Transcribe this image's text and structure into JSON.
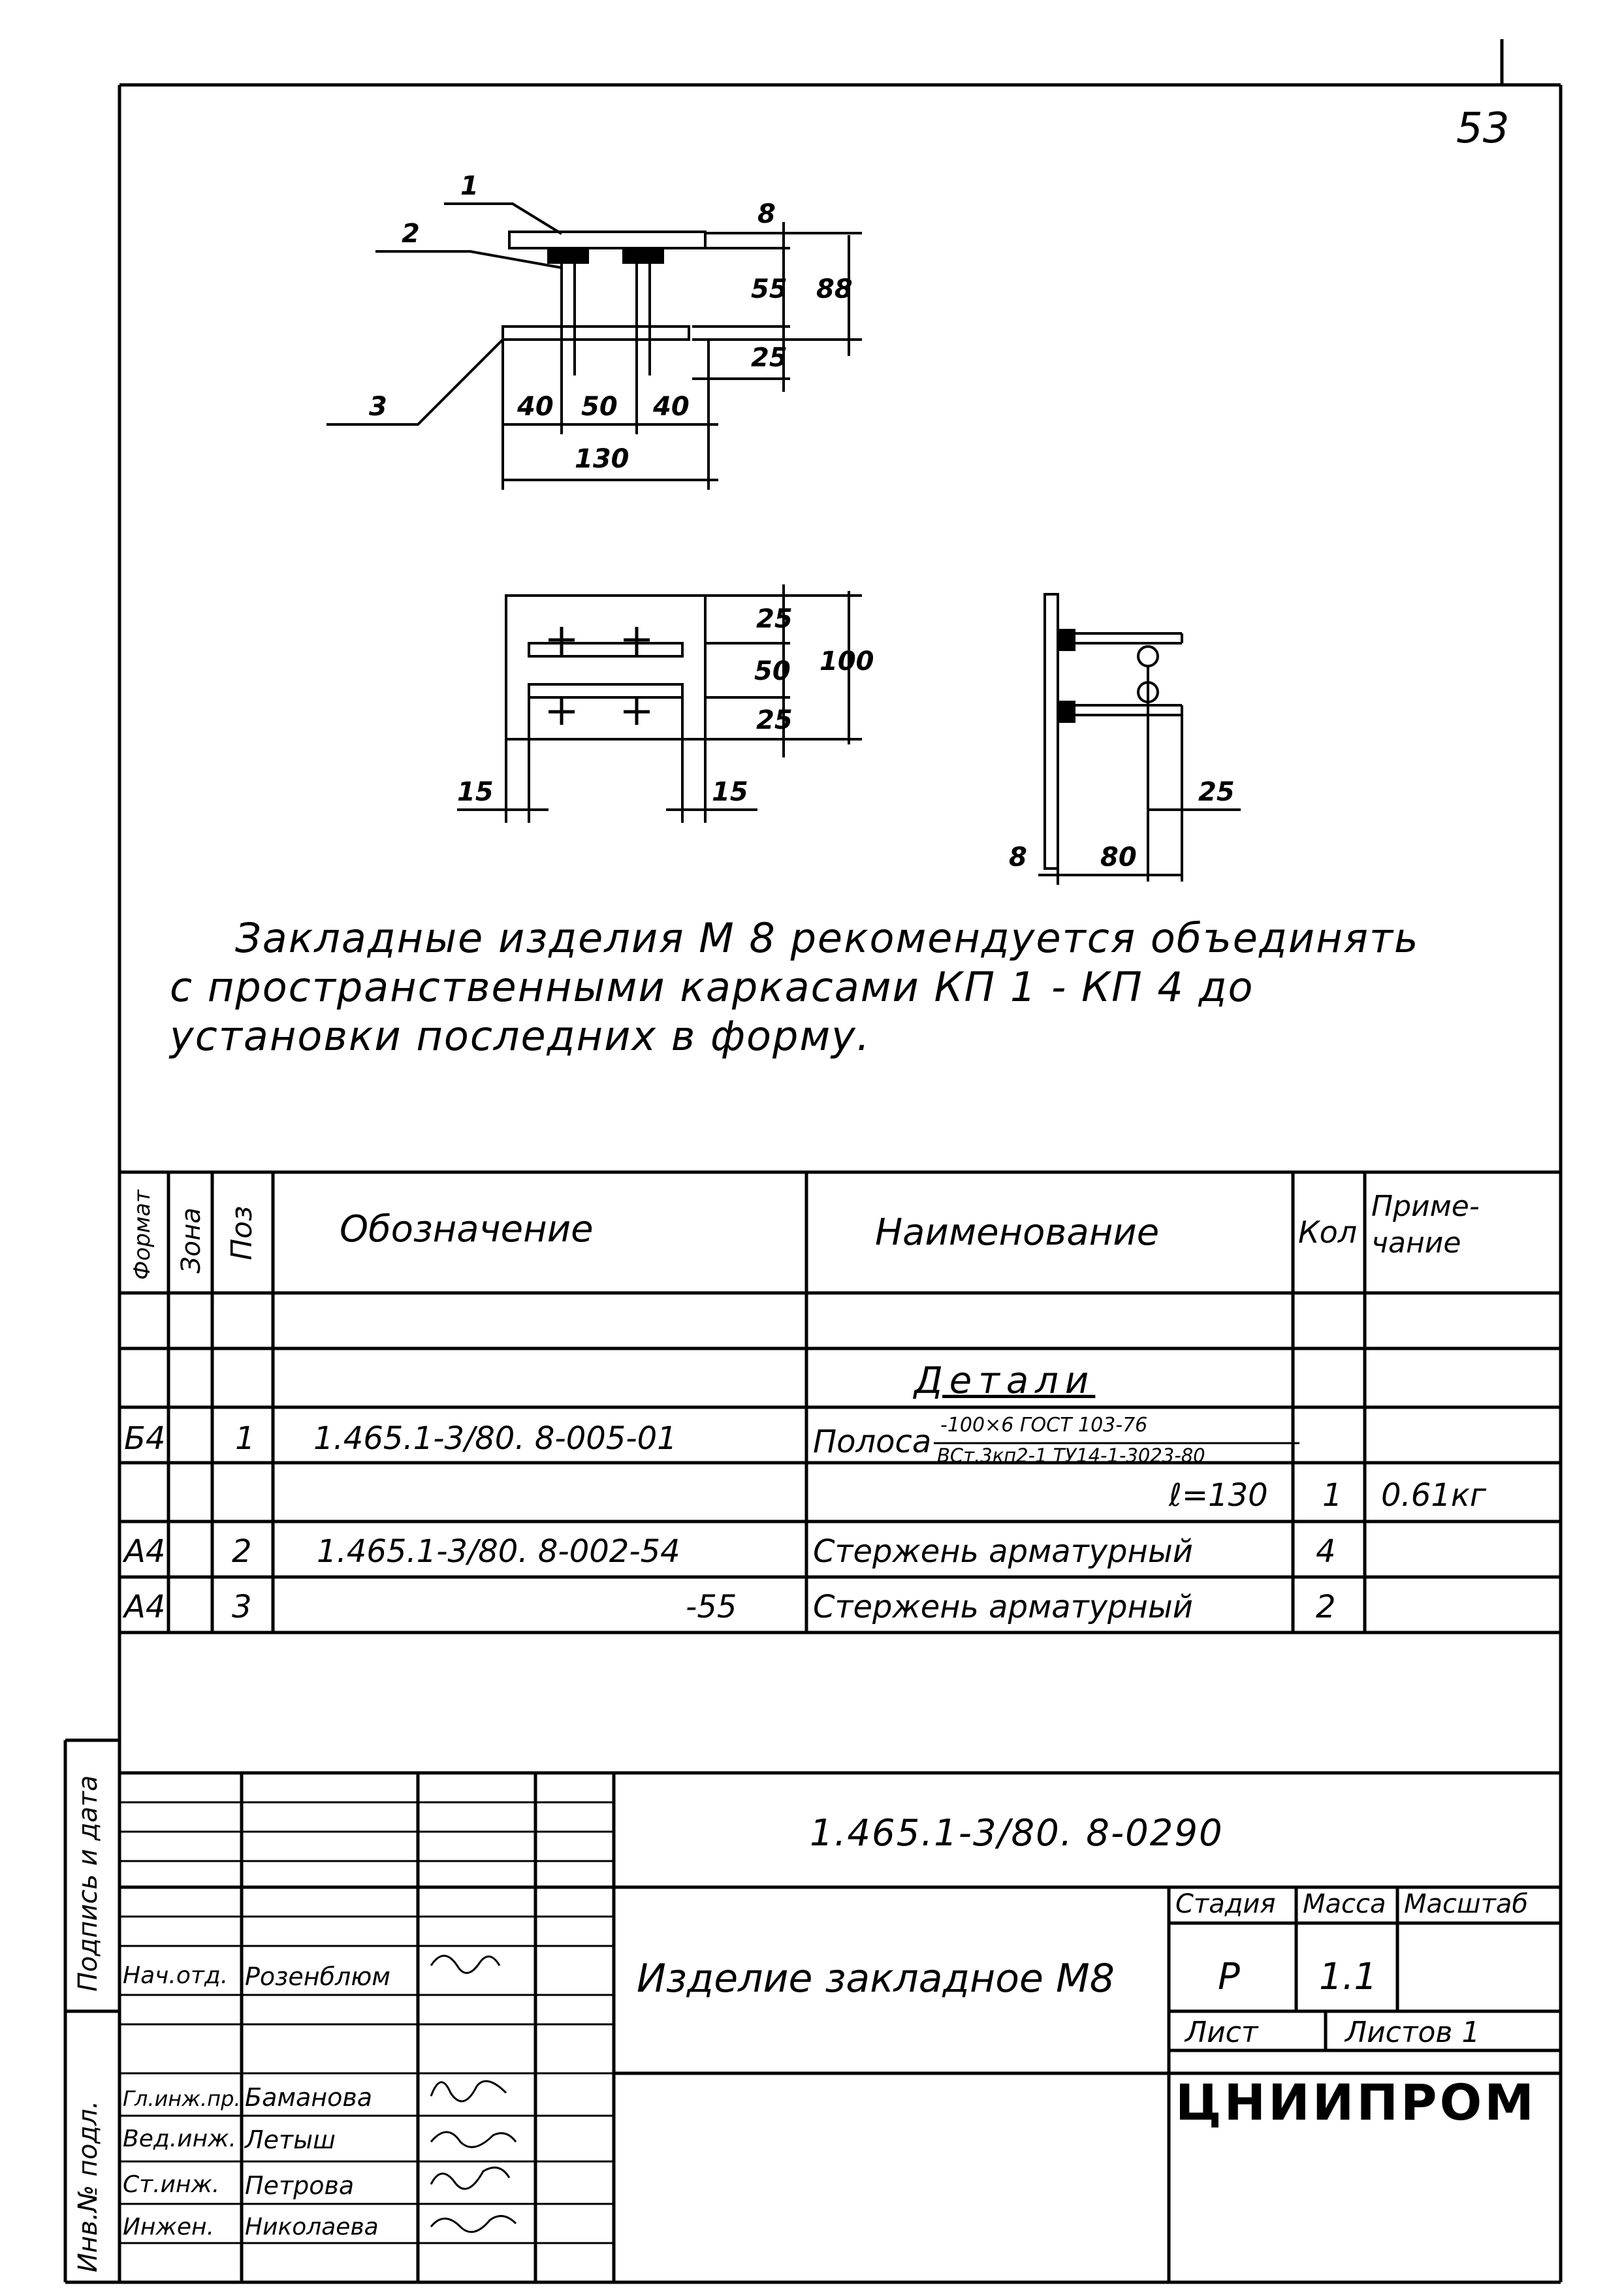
{
  "sheet_number": "53",
  "drawing": {
    "leaders": [
      "1",
      "2",
      "3"
    ],
    "dims_top": {
      "d8": "8",
      "d55": "55",
      "d88": "88",
      "d25": "25",
      "d40a": "40",
      "d50": "50",
      "d40b": "40",
      "d130": "130"
    },
    "dims_plan": {
      "d25a": "25",
      "d50": "50",
      "d25b": "25",
      "d100": "100",
      "d15a": "15",
      "d15b": "15"
    },
    "dims_side": {
      "d25": "25",
      "d8": "8",
      "d80": "80"
    }
  },
  "note": {
    "line1": "Закладные   изделия   М 8   рекомендуется   объединять",
    "line2": "с   пространственными   каркасами   КП 1 - КП 4   до",
    "line3": "установки   последних   в   форму."
  },
  "spec": {
    "headers": {
      "format": "Формат",
      "zone": "Зона",
      "pos": "Поз",
      "designation": "Обозначение",
      "name": "Наименование",
      "qty": "Кол",
      "note": "Приме-чание"
    },
    "section": "Детали",
    "rows": [
      {
        "format": "Б4",
        "pos": "1",
        "designation": "1.465.1-3/80. 8-005-01",
        "name": "Полоса",
        "frac_top": "-100×6 ГОСТ 103-76",
        "frac_bottom": "ВСт.3кп2-1 ТУ14-1-3023-80",
        "qty": "",
        "note": ""
      },
      {
        "format": "",
        "pos": "",
        "designation": "",
        "name": "ℓ=130",
        "qty": "1",
        "note": "0.61кг"
      },
      {
        "format": "А4",
        "pos": "2",
        "designation": "1.465.1-3/80. 8-002-54",
        "name": "Стержень арматурный",
        "qty": "4",
        "note": ""
      },
      {
        "format": "А4",
        "pos": "3",
        "designation": "-55",
        "name": "Стержень арматурный",
        "qty": "2",
        "note": ""
      }
    ]
  },
  "title_block": {
    "code": "1.465.1-3/80. 8-0290",
    "title": "Изделие закладное М8",
    "stage_label": "Стадия",
    "mass_label": "Масса",
    "scale_label": "Масштаб",
    "stage_value": "Р",
    "mass_value": "1.1",
    "sheet_label": "Лист",
    "sheets_label": "Листов 1",
    "org": "ЦНИИПРОМ",
    "staff": [
      {
        "role": "Нач.отд.",
        "name": "Розенблюм"
      },
      {
        "role": "Гл.инж.пр.",
        "name": "Баманова"
      },
      {
        "role": "Вед.инж.",
        "name": "Летыш"
      },
      {
        "role": "Ст.инж.",
        "name": "Петрова"
      },
      {
        "role": "Инжен.",
        "name": "Николаева"
      }
    ]
  },
  "side_stamp": {
    "date_sign": "Подпись и дата",
    "inv": "Инв.№ подл."
  }
}
